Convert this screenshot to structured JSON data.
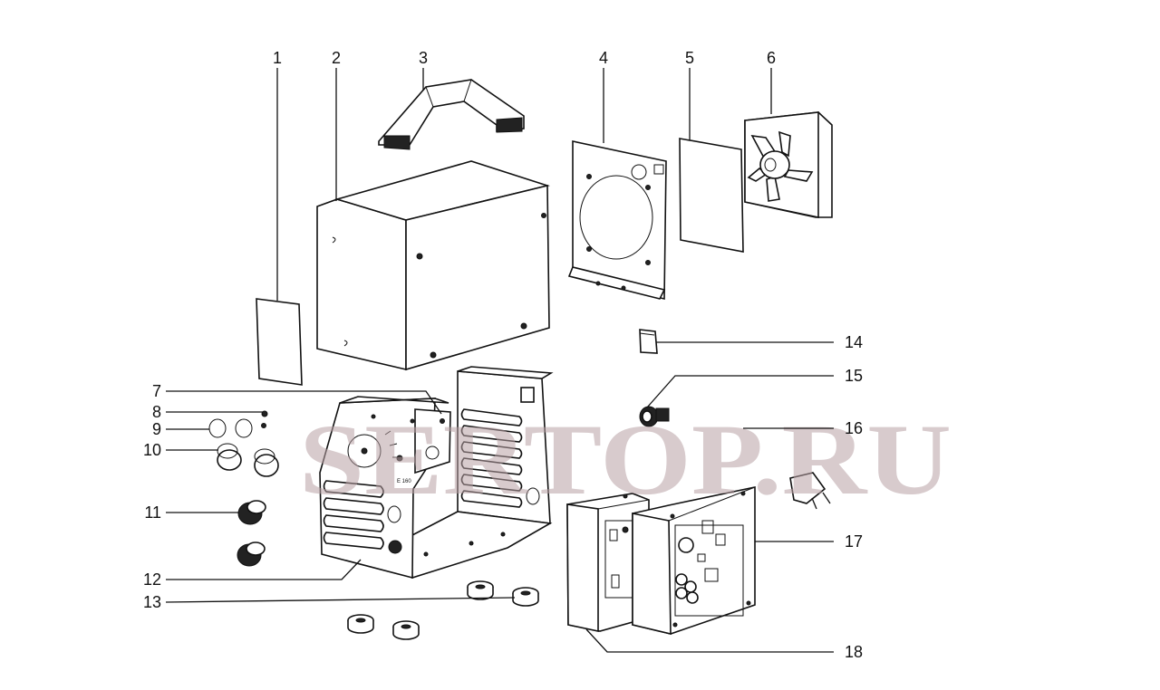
{
  "watermark": "SERTOP.RU",
  "callouts": [
    {
      "id": "1",
      "label": "1"
    },
    {
      "id": "2",
      "label": "2"
    },
    {
      "id": "3",
      "label": "3"
    },
    {
      "id": "4",
      "label": "4"
    },
    {
      "id": "5",
      "label": "5"
    },
    {
      "id": "6",
      "label": "6"
    },
    {
      "id": "7",
      "label": "7"
    },
    {
      "id": "8",
      "label": "8"
    },
    {
      "id": "9",
      "label": "9"
    },
    {
      "id": "10",
      "label": "10"
    },
    {
      "id": "11",
      "label": "11"
    },
    {
      "id": "12",
      "label": "12"
    },
    {
      "id": "13",
      "label": "13"
    },
    {
      "id": "14",
      "label": "14"
    },
    {
      "id": "15",
      "label": "15"
    },
    {
      "id": "16",
      "label": "16"
    },
    {
      "id": "17",
      "label": "17"
    },
    {
      "id": "18",
      "label": "18"
    }
  ],
  "panel_marks": {
    "model_code": "E 160"
  }
}
